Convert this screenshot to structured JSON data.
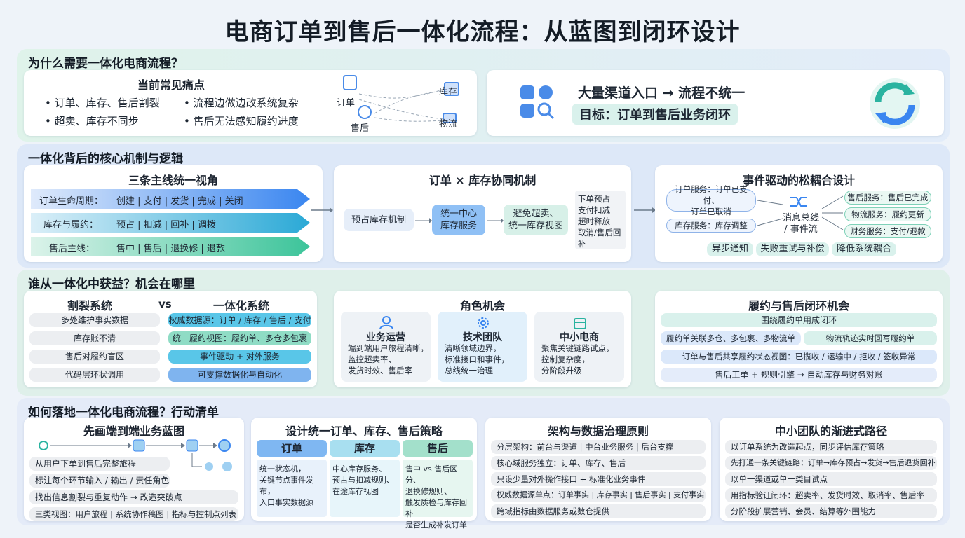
{
  "title": "电商订单到售后一体化流程：从蓝图到闭环设计",
  "sec1": {
    "title": "为什么需要一体化电商流程？",
    "pain_title": "当前常见痛点",
    "pains": [
      "• 订单、库存、售后割裂",
      "• 超卖、库存不同步",
      "• 流程边做边改系统复杂",
      "• 售后无法感知履约进度"
    ],
    "diagram_labels": [
      "订单",
      "售后",
      "库存",
      "物流"
    ],
    "channels": "大量渠道入口 → 流程不统一",
    "goal": "目标：订单到售后业务闭环"
  },
  "sec2": {
    "title": "一体化背后的核心机制与逻辑",
    "lines_title": "三条主线统一视角",
    "lines": [
      {
        "label": "订单生命周期：",
        "steps": "创建 | 支付 | 发货 | 完成 | 关闭"
      },
      {
        "label": "库存与履约：",
        "steps": "预占 | 扣减 | 回补 | 调拨"
      },
      {
        "label": "售后主线：",
        "steps": "售中 | 售后 | 退换修 | 退款"
      }
    ],
    "sync_title": "订单 × 库存协同机制",
    "sync_boxes": [
      "预占库存机制",
      "统一中心\n库存服务",
      "避免超卖、\n统一库存视图"
    ],
    "sync_note": "下单预占\n支付扣减\n超时释放\n取消/售后回补",
    "event_title": "事件驱动的松耦合设计",
    "event_left": [
      "订单服务：订单已支付、\n订单已取消",
      "库存服务：库存调整"
    ],
    "event_center": "消息总线\n/ 事件流",
    "event_right": [
      "售后服务：售后已完成",
      "物流服务：履约更新",
      "财务服务：支付/退款"
    ],
    "event_tags": [
      "异步通知",
      "失败重试与补偿",
      "降低系统耦合"
    ]
  },
  "sec3": {
    "title": "谁从一体化中获益？机会在哪里",
    "compare_left_title": "割裂系统",
    "vs": "vs",
    "compare_right_title": "一体化系统",
    "left_items": [
      "多处维护事实数据",
      "库存账不清",
      "售后对履约盲区",
      "代码层环状调用"
    ],
    "right_items": [
      "权威数据源：订单 / 库存 / 售后 / 支付",
      "统一履约视图：履约单、多仓多包裹",
      "事件驱动 + 对外服务",
      "可支撑数据化与自动化"
    ],
    "roles_title": "角色机会",
    "roles": [
      {
        "name": "业务运营",
        "desc": "端到端用户旅程清晰，\n监控超卖率、\n发货时效、售后率"
      },
      {
        "name": "技术团队",
        "desc": "清晰领域边界，\n标准接口和事件，\n总线统一治理"
      },
      {
        "name": "中小电商",
        "desc": "聚焦关键链路试点，\n控制复杂度，\n分阶段升级"
      }
    ],
    "close_title": "履约与售后闭环机会",
    "close_items": [
      "围绕履约单用成闭环",
      "履约单关联多仓、多包裹、多物流单",
      "物流轨迹实时回写履约单",
      "订单与售后共享履约状态视图：已揽收 / 运输中 / 拒收 / 签收异常",
      "售后工单 + 规则引擎 → 自动库存与财务对账"
    ]
  },
  "sec4": {
    "title": "如何落地一体化电商流程？行动清单",
    "c1_title": "先画端到端业务蓝图",
    "c1_items": [
      "从用户下单到售后完整旅程",
      "标注每个环节输入 / 输出 / 责任角色",
      "找出信息割裂与重复动作 → 改造突破点",
      "三类视图：用户旅程 | 系统协作稿图 | 指标与控制点列表"
    ],
    "c2_title": "设计统一订单、库存、售后策略",
    "c2_heads": [
      "订单",
      "库存",
      "售后"
    ],
    "c2_cols": [
      "统一状态机，\n关键节点事件发布，\n入口事实数据源",
      "中心库存服务、\n预占与扣减规则、\n在途库存视图",
      "售中 vs 售后区分、\n退换修规则、\n触发质检与库存回补\n是否生成补发订单"
    ],
    "c3_title": "架构与数据治理原则",
    "c3_items": [
      "分层架构：前台与渠道 | 中台业务服务 | 后台支撑",
      "核心域服务独立：订单、库存、售后",
      "只设少量对外操作接口 + 标准化业务事件",
      "权威数据源单点：订单事实 | 库存事实 | 售后事实 | 支付事实",
      "跨域指标由数据服务或数仓提供"
    ],
    "c4_title": "中小团队的渐进式路径",
    "c4_items": [
      "以订单系统为改造起点，同步评估库存策略",
      "先打通一条关键链路：订单→库存预占→发货→售后退货回补",
      "以单一渠道或单一类目试点",
      "用指标验证闭环：超卖率、发货时效、取消率、售后率",
      "分阶段扩展营销、会员、结算等外围能力"
    ]
  },
  "colors": {
    "accent_blue": "#3a86f0",
    "accent_teal": "#25b3a7",
    "accent_green": "#3cc49a"
  }
}
